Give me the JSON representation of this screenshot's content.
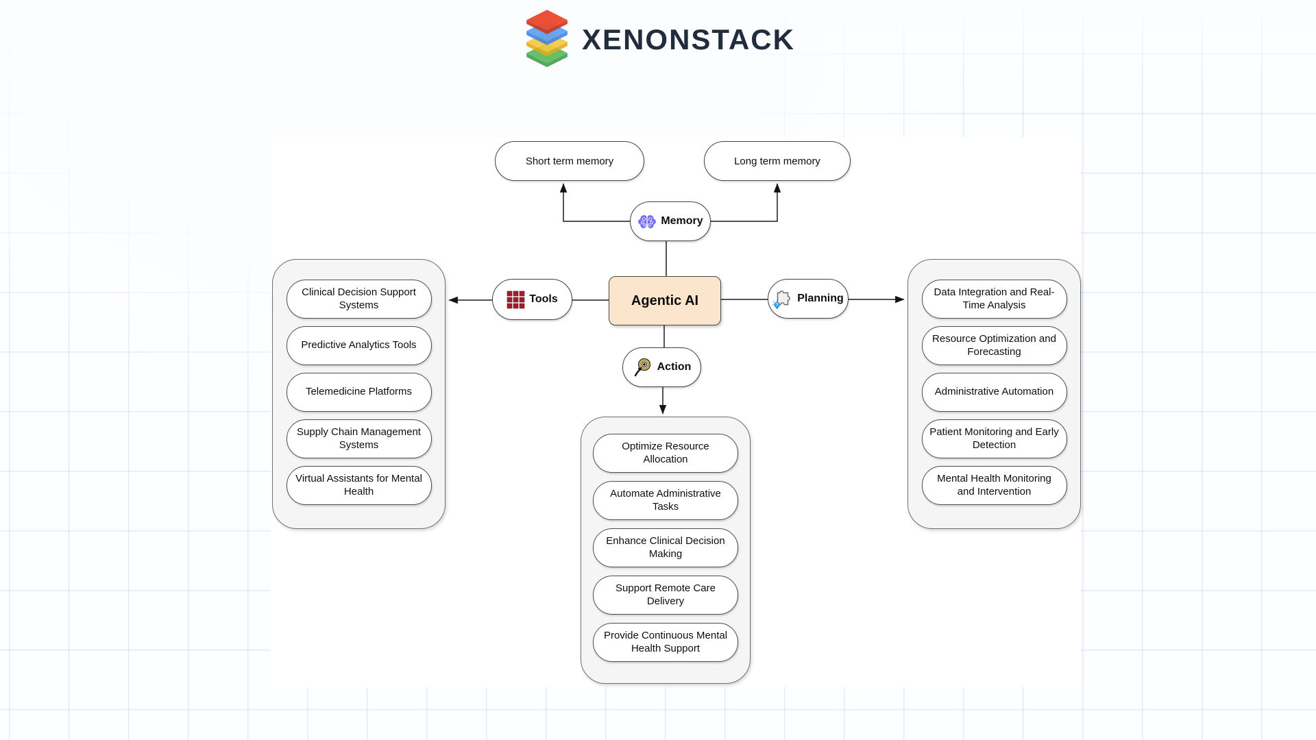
{
  "brand": {
    "name": "XENONSTACK"
  },
  "diagram": {
    "center": {
      "label": "Agentic AI"
    },
    "memory": {
      "label": "Memory",
      "short_term": "Short term memory",
      "long_term": "Long term memory"
    },
    "tools": {
      "label": "Tools",
      "items": [
        "Clinical Decision Support Systems",
        "Predictive Analytics Tools",
        "Telemedicine Platforms",
        "Supply Chain Management Systems",
        "Virtual Assistants for Mental Health"
      ]
    },
    "planning": {
      "label": "Planning",
      "items": [
        "Data Integration and Real-Time Analysis",
        "Resource Optimization and Forecasting",
        "Administrative Automation",
        "Patient Monitoring and Early Detection",
        "Mental Health Monitoring and Intervention"
      ]
    },
    "action": {
      "label": "Action",
      "items": [
        "Optimize Resource Allocation",
        "Automate Administrative Tasks",
        "Enhance Clinical Decision Making",
        "Support Remote Care Delivery",
        "Provide Continuous Mental Health Support"
      ]
    }
  },
  "colors": {
    "center_fill": "#fce5cd",
    "container_fill": "#f5f5f5",
    "brand_text": "#212d3d",
    "brain_icon": "#766bf2",
    "tools_icon": "#9d1e2e",
    "bulb_icon": "#29a3e8",
    "target_ring": "#b08d3e",
    "grid_line": "#dce8fa",
    "logo_red": "#ea4a2f",
    "logo_blue": "#5b9ef5",
    "logo_yellow": "#f4c93e",
    "logo_green": "#5cb85c"
  }
}
